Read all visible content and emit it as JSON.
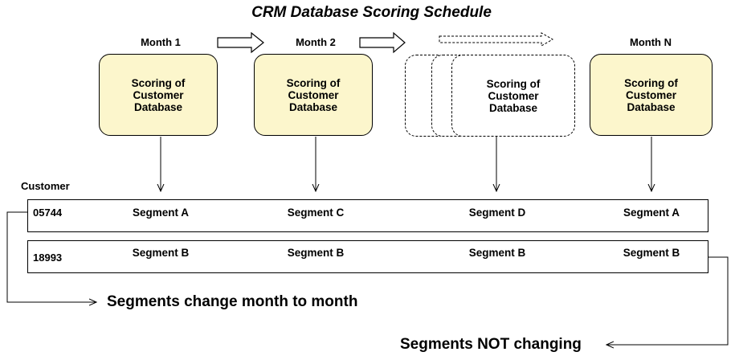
{
  "title": "CRM Database Scoring Schedule",
  "months": [
    "Month 1",
    "Month 2",
    "Month N"
  ],
  "box_text": "Scoring of Customer Database",
  "customer_header": "Customer",
  "customers": [
    {
      "id": "05744",
      "segments": [
        "Segment A",
        "Segment C",
        "Segment D",
        "Segment A"
      ]
    },
    {
      "id": "18993",
      "segments": [
        "Segment B",
        "Segment B",
        "Segment B",
        "Segment B"
      ]
    }
  ],
  "annotations": {
    "changing": "Segments change month to month",
    "not_changing": "Segments NOT changing"
  },
  "colors": {
    "box_fill": "#fcf6cc",
    "stroke": "#000000"
  }
}
